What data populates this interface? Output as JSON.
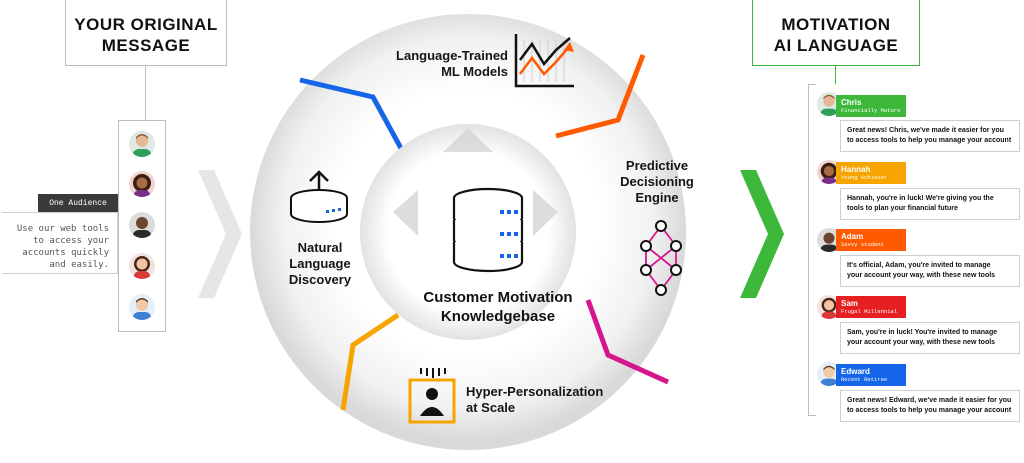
{
  "left_heading": [
    "YOUR ORIGINAL",
    "MESSAGE"
  ],
  "right_heading": [
    "MOTIVATION",
    "AI LANGUAGE"
  ],
  "audience_tag": "One Audience",
  "original_message": [
    "Use our web tools",
    "to access your",
    "accounts quickly",
    "and easily."
  ],
  "wheel": {
    "top_label": [
      "Language-Trained",
      "ML Models"
    ],
    "right_label": [
      "Predictive",
      "Decisioning",
      "Engine"
    ],
    "left_label": [
      "Natural",
      "Language",
      "Discovery"
    ],
    "bottom_label": [
      "Hyper-Personalization",
      "at Scale"
    ],
    "center_label": [
      "Customer Motivation",
      "Knowledgebase"
    ]
  },
  "personas": [
    {
      "name": "Chris",
      "segment": "Financially Mature",
      "color": "#3db83b",
      "message": [
        "Great news! Chris, we've made it easier for you",
        "to access tools to help you manage your account"
      ]
    },
    {
      "name": "Hannah",
      "segment": "Young Achiever",
      "color": "#f5a400",
      "message": [
        "Hannah, you're in luck! We're giving you the",
        "tools to plan your financial future"
      ]
    },
    {
      "name": "Adam",
      "segment": "Savvy student",
      "color": "#ff5a00",
      "message": [
        "It's official, Adam, you're invited to manage",
        "your account your way, with these new tools"
      ]
    },
    {
      "name": "Sam",
      "segment": "Frugal Millennial",
      "color": "#e62020",
      "message": [
        "Sam, you're in luck! You're invited to manage",
        "your account your way, with these new tools"
      ]
    },
    {
      "name": "Edward",
      "segment": "Recent Retiree",
      "color": "#1565e8",
      "message": [
        "Great news! Edward, we've made it easier for you",
        "to access tools to help you manage your account"
      ]
    }
  ],
  "colors": {
    "blue": "#1565e8",
    "orange": "#ff5a00",
    "magenta": "#d6168c",
    "amber": "#f5a400",
    "green": "#3db83b"
  }
}
